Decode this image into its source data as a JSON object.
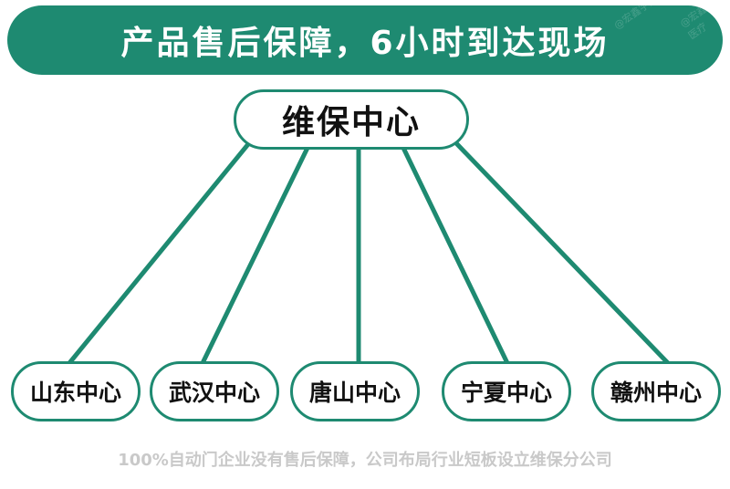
{
  "banner": {
    "title": "产品售后保障，6小时到达现场"
  },
  "watermark": {
    "text": "@宏鑫宇医疗"
  },
  "root": {
    "label": "维保中心"
  },
  "centers": [
    {
      "label": "山东中心"
    },
    {
      "label": "武汉中心"
    },
    {
      "label": "唐山中心"
    },
    {
      "label": "宁夏中心"
    },
    {
      "label": "赣州中心"
    }
  ],
  "footer": {
    "text": "100%自动门企业没有售后保障，公司布局行业短板设立维保分公司"
  },
  "colors": {
    "accent": "#1e8a71",
    "footer_text": "#c9c9c9"
  }
}
